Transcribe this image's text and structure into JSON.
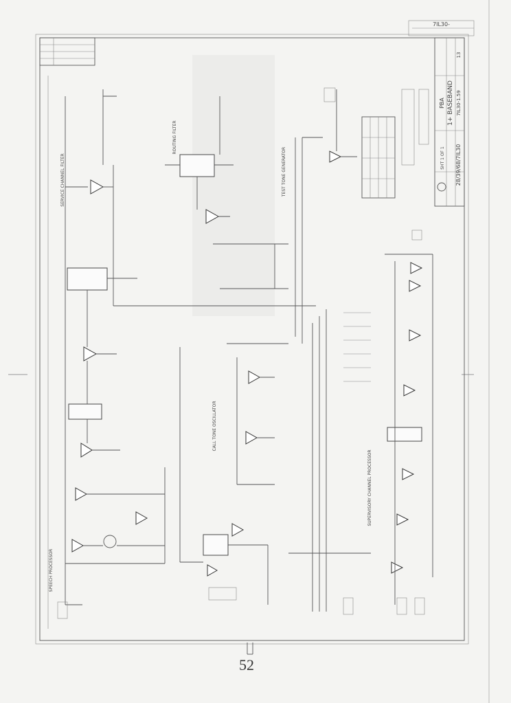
{
  "sheet": {
    "page_number": "52",
    "drawing_number_top": "7IL30-",
    "drawing_number_side": "7IL30-1.59",
    "drawing_title": "28/39/68/7IL30",
    "title_block_line1": "1+ BASEBAND",
    "title_block_line2": "PBA",
    "sheet_ref": "SHT 1 OF 1",
    "rev_code": "13"
  },
  "section_labels": {
    "speech_processor": "SPEECH PROCESSOR",
    "service_channel_filter": "SERVICE CHANNEL FILTER",
    "routing_filter": "ROUTING FILTER",
    "test_tone_generator": "TEST TONE GENERATOR",
    "call_tone_oscillator": "CALL TONE OSCILLATOR",
    "supervisory_channel": "SUPERVISORY CHANNEL PROCESSOR"
  },
  "colors": {
    "paper": "#f4f4f2",
    "ink": "#444444",
    "faint": "#999999"
  }
}
